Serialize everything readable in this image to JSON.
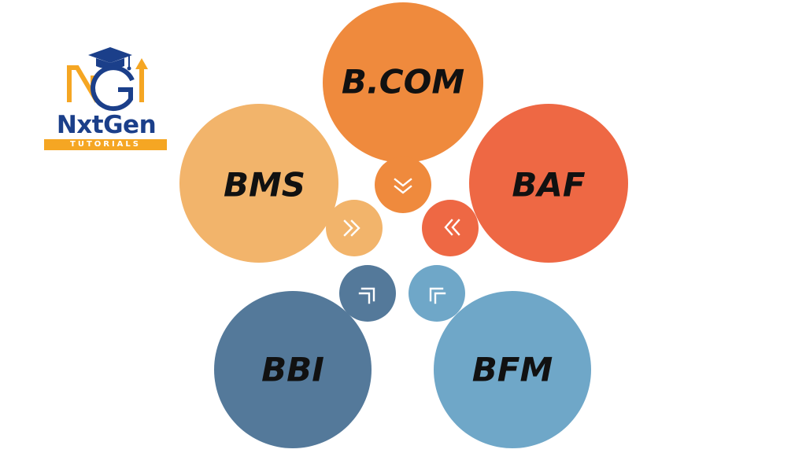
{
  "logo": {
    "word_part1": "NxtGen",
    "tagline": "TUTORIALS",
    "colors": {
      "blue": "#1b3f8a",
      "gold": "#f5a623"
    }
  },
  "courses": [
    {
      "id": "bcom",
      "label": "B.COM",
      "color": "#ef8a3d",
      "chevron": "double-chevron-down"
    },
    {
      "id": "baf",
      "label": "BAF",
      "color": "#ee6844",
      "chevron": "double-chevron-left"
    },
    {
      "id": "bms",
      "label": "BMS",
      "color": "#f2b46b",
      "chevron": "double-chevron-right"
    },
    {
      "id": "bbi",
      "label": "BBI",
      "color": "#54799a",
      "chevron": "chevron-up-right"
    },
    {
      "id": "bfm",
      "label": "BFM",
      "color": "#6fa7c8",
      "chevron": "chevron-up-left"
    }
  ]
}
